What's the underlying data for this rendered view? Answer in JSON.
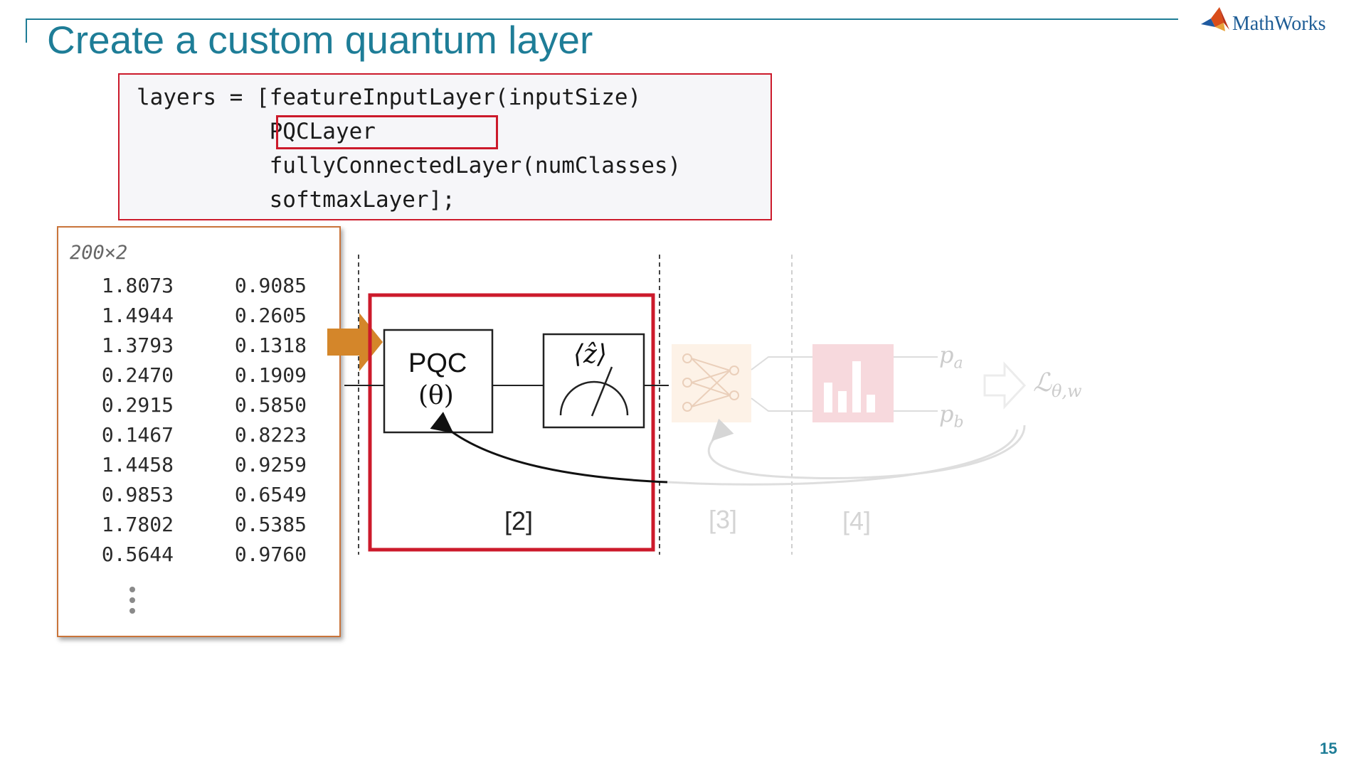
{
  "slide": {
    "title": "Create a custom quantum layer",
    "brand": "MathWorks",
    "page_number": "15"
  },
  "code": {
    "lines": [
      "layers = [featureInputLayer(inputSize)",
      "          PQCLayer",
      "          fullyConnectedLayer(numClasses)",
      "          softmaxLayer];"
    ],
    "highlighted_token": "PQCLayer"
  },
  "matrix": {
    "size_label": "200×2",
    "rows": [
      [
        "1.8073",
        "0.9085"
      ],
      [
        "1.4944",
        "0.2605"
      ],
      [
        "1.3793",
        "0.1318"
      ],
      [
        "0.2470",
        "0.1909"
      ],
      [
        "0.2915",
        "0.5850"
      ],
      [
        "0.1467",
        "0.8223"
      ],
      [
        "1.4458",
        "0.9259"
      ],
      [
        "0.9853",
        "0.6549"
      ],
      [
        "1.7802",
        "0.5385"
      ],
      [
        "0.5644",
        "0.9760"
      ]
    ]
  },
  "diagram": {
    "pqc_label": "PQC",
    "pqc_param": "(θ)",
    "measurement_label": "⟨ẑ⟩",
    "stage_labels": [
      "[2]",
      "[3]",
      "[4]"
    ],
    "output_a": "p",
    "output_a_sub": "a",
    "output_b": "p",
    "output_b_sub": "b",
    "loss_symbol": "ℒ",
    "loss_sub": "θ,w"
  },
  "colors": {
    "title": "#1e7d97",
    "highlight_red": "#cc1a2b",
    "arrow_orange": "#d4862a",
    "faded_text": "#c8c8c8"
  }
}
